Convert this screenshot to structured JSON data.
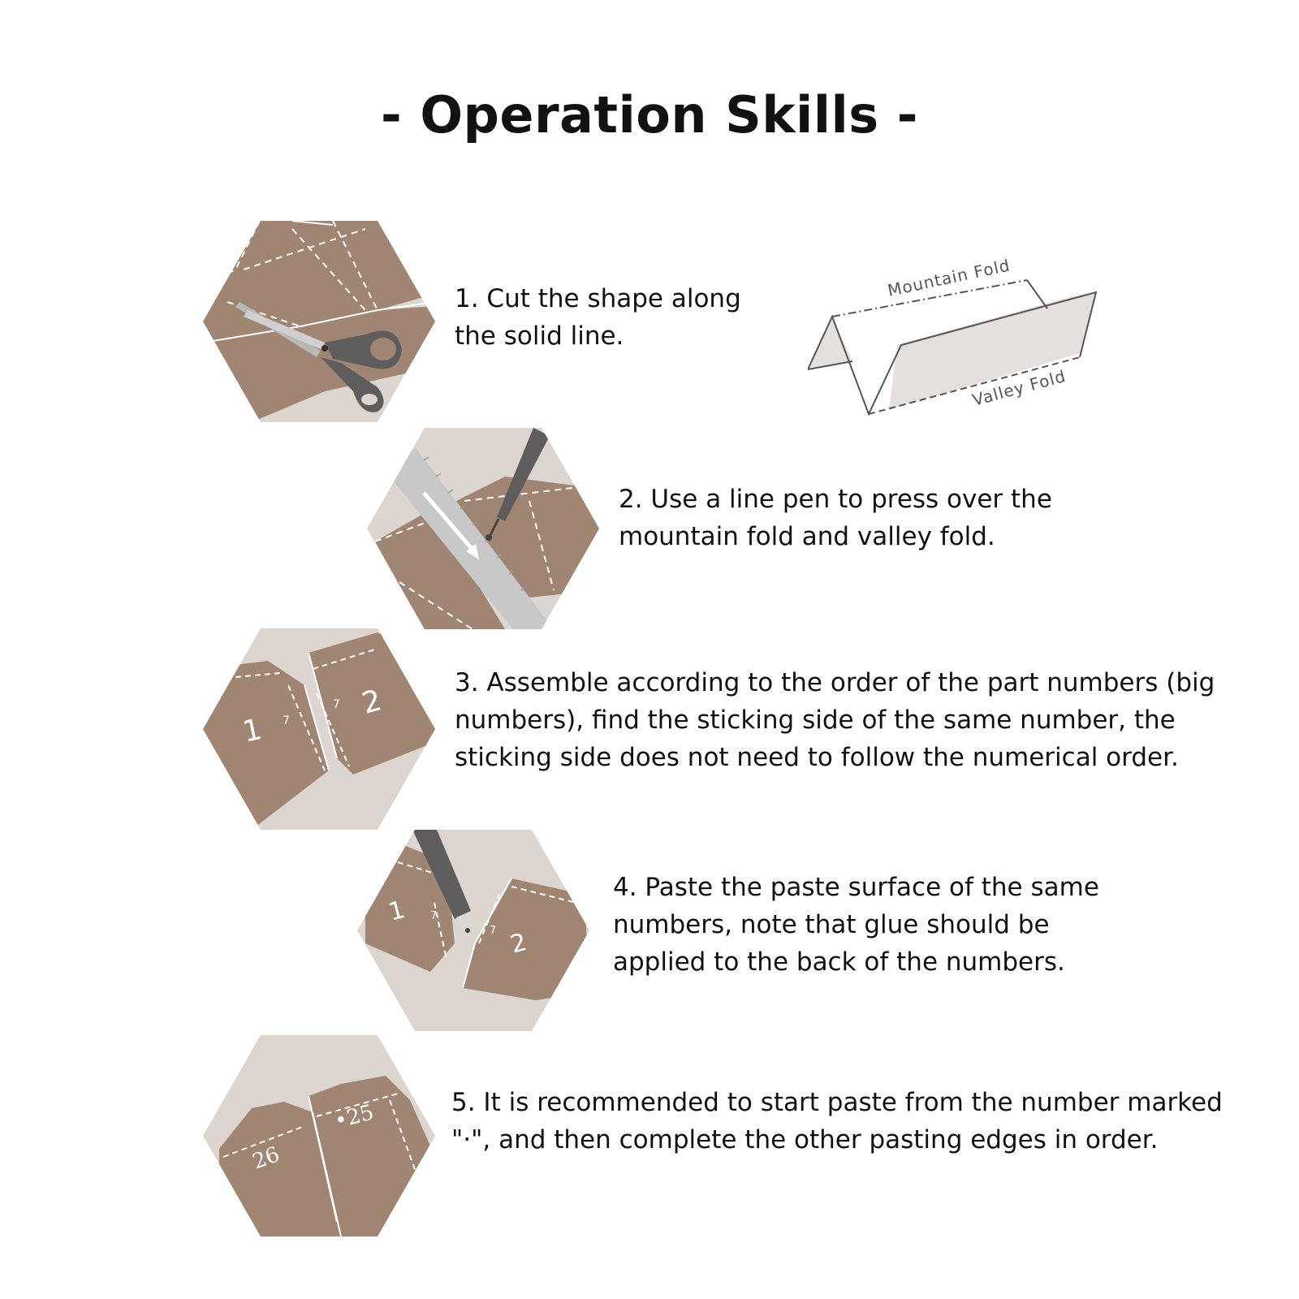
{
  "title": "- Operation Skills -",
  "steps": [
    {
      "text": "1. Cut the shape along the solid line."
    },
    {
      "text": "2. Use a line pen to press over the mountain fold and valley fold."
    },
    {
      "text": "3. Assemble according to the order of the part numbers (big numbers), find the sticking side of the same number, the sticking side does not need to follow the numerical order."
    },
    {
      "text": "4. Paste the paste surface of the same numbers, note that glue should be applied to the back of the numbers."
    },
    {
      "text": "5. It is recommended to start paste from the number marked \"·\", and then complete the other pasting edges in order."
    }
  ],
  "fold_diagram": {
    "mountain_label": "Mountain Fold",
    "valley_label": "Valley Fold"
  },
  "illustrations": {
    "step3_numbers": [
      "1",
      "2",
      "7",
      "7"
    ],
    "step4_numbers": [
      "1",
      "2",
      "7",
      "7"
    ],
    "step5_numbers": [
      "26",
      "•25"
    ]
  },
  "colors": {
    "paper_brown": "#a08572",
    "background_taupe": "#ddd5d0",
    "tool_gray": "#5e5c5c",
    "ruler_gray": "#c8c8c8"
  }
}
